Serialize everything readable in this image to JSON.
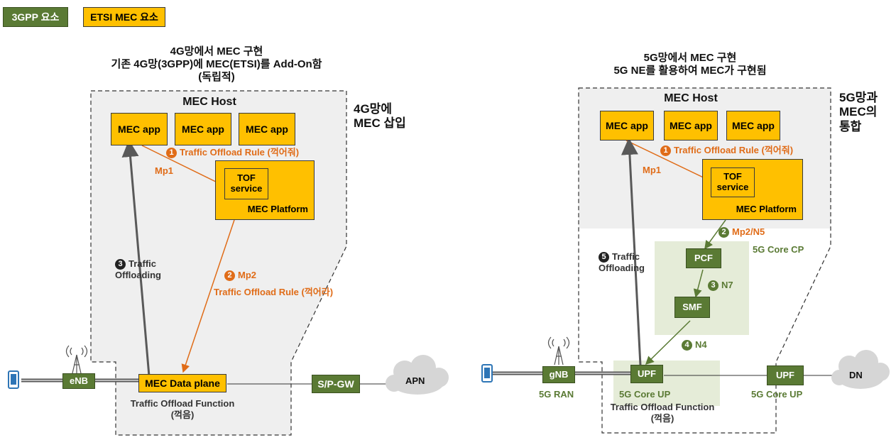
{
  "legend": {
    "three_gpp": "3GPP 요소",
    "etsi": "ETSI MEC 요소"
  },
  "left": {
    "title": [
      "4G망에서 MEC 구현",
      "기존 4G망(3GPP)에 MEC(ETSI)를 Add-On함",
      "(독립적)"
    ],
    "host_label": "MEC Host",
    "side_label": [
      "4G망에",
      "MEC 삽입"
    ],
    "apps": [
      "MEC app",
      "MEC app",
      "MEC app"
    ],
    "tof": [
      "TOF",
      "service"
    ],
    "platform": "MEC Platform",
    "step1_num": "1",
    "step1": "Traffic Offload Rule (꺽어줘)",
    "mp1": "Mp1",
    "step2_num": "2",
    "step2": "Mp2",
    "step2_rule": "Traffic Offload Rule (꺽어라)",
    "step3_num": "3",
    "step3": [
      "Traffic",
      "Offloading"
    ],
    "enb": "eNB",
    "data_plane": "MEC Data plane",
    "spgw": "S/P-GW",
    "apn": "APN",
    "tof_function": [
      "Traffic Offload Function",
      "(꺽음)"
    ]
  },
  "right": {
    "title": [
      "5G망에서 MEC 구현",
      "5G NE를 활용하여 MEC가 구현됨"
    ],
    "host_label": "MEC Host",
    "side_label": [
      "5G망과",
      "MEC의",
      "통합"
    ],
    "apps": [
      "MEC app",
      "MEC app",
      "MEC app"
    ],
    "tof": [
      "TOF",
      "service"
    ],
    "platform": "MEC Platform",
    "step1_num": "1",
    "step1": "Traffic Offload Rule (꺽어줘)",
    "mp1": "Mp1",
    "step2_num": "2",
    "step2": "Mp2/N5",
    "core_cp": "5G Core CP",
    "pcf": "PCF",
    "step3_num": "3",
    "step3": "N7",
    "smf": "SMF",
    "step4_num": "4",
    "step4": "N4",
    "step5_num": "5",
    "step5": [
      "Traffic",
      "Offloading"
    ],
    "gnb": "gNB",
    "ran": "5G RAN",
    "upf1": "UPF",
    "core_up1": "5G Core UP",
    "tof_function": [
      "Traffic Offload Function",
      "(꺽음)"
    ],
    "upf2": "UPF",
    "core_up2": "5G Core UP",
    "dn": "DN"
  },
  "colors": {
    "etsi": "#ffc000",
    "three_gpp": "#5a7a34",
    "orange_line": "#e06c18",
    "green_line": "#5a7a34",
    "gray_arrow": "#595959"
  }
}
